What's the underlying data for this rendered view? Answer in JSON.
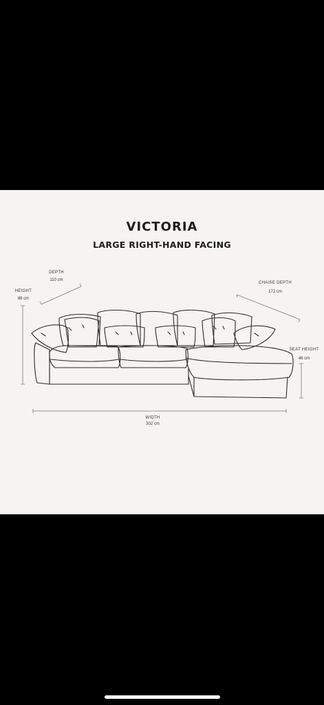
{
  "product": {
    "title": "VICTORIA",
    "subtitle": "LARGE RIGHT-HAND FACING"
  },
  "dimensions": {
    "depth": {
      "label": "DEPTH",
      "value": "110 cm"
    },
    "height": {
      "label": "HEIGHT",
      "value": "88 cm"
    },
    "chaise_depth": {
      "label": "CHAISE DEPTH",
      "value": "172 cm"
    },
    "seat_height": {
      "label": "SEAT HEIGHT",
      "value": "46 cm"
    },
    "width": {
      "label": "WIDTH",
      "value": "302 cm"
    }
  },
  "colors": {
    "background": "#000000",
    "card": "#f6f4f2",
    "line": "#2a2a2a",
    "dimension_line": "#777777"
  },
  "icons": {
    "home_indicator": "home-indicator-bar"
  }
}
